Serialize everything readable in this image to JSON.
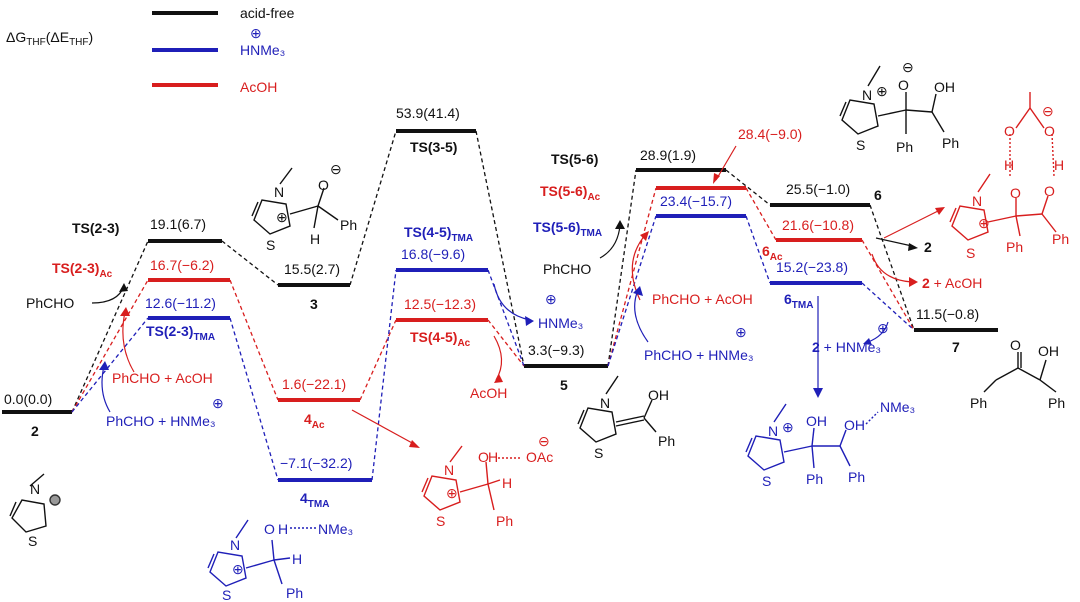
{
  "axis_label": "ΔG",
  "axis_label_sub": "THF",
  "axis_label_paren": "(ΔE",
  "axis_label_paren_sub": "THF",
  "axis_label_close": ")",
  "legend": [
    {
      "label": "acid-free",
      "color": "#111111"
    },
    {
      "label": "HNMe₃",
      "color": "#1f1fb8"
    },
    {
      "label": "AcOH",
      "color": "#d81e1e"
    }
  ],
  "levels": {
    "s2": "0.0(0.0)",
    "ts23_k": "19.1(6.7)",
    "ts23_r": "16.7(−6.2)",
    "ts23_b": "12.6(−11.2)",
    "s3": "15.5(2.7)",
    "s4ac": "1.6(−22.1)",
    "s4tma": "−7.1(−32.2)",
    "ts35": "53.9(41.4)",
    "ts45tma": "16.8(−9.6)",
    "ts45ac": "12.5(−12.3)",
    "s5": "3.3(−9.3)",
    "ts56_k": "28.9(1.9)",
    "ts56_r": "28.4(−9.0)",
    "ts56_b": "23.4(−15.7)",
    "s6": "25.5(−1.0)",
    "s6ac": "21.6(−10.8)",
    "s6tma": "15.2(−23.8)",
    "s7": "11.5(−0.8)"
  },
  "labels": {
    "ts23": "TS(2-3)",
    "ts23ac": "TS(2-3)",
    "ts23ac_sub": "Ac",
    "ts23tma": "TS(2-3)",
    "ts23tma_sub": "TMA",
    "n2": "2",
    "n3": "3",
    "n4ac": "4",
    "n4ac_sub": "Ac",
    "n4tma": "4",
    "n4tma_sub": "TMA",
    "ts35": "TS(3-5)",
    "ts45tma": "TS(4-5)",
    "ts45tma_sub": "TMA",
    "ts45ac": "TS(4-5)",
    "ts45ac_sub": "Ac",
    "n5": "5",
    "ts56": "TS(5-6)",
    "ts56ac": "TS(5-6)",
    "ts56ac_sub": "Ac",
    "ts56tma": "TS(5-6)",
    "ts56tma_sub": "TMA",
    "n6": "6",
    "n6ac": "6",
    "n6ac_sub": "Ac",
    "n6tma": "6",
    "n6tma_sub": "TMA",
    "n7": "7",
    "n2b": "2",
    "n2c": "2"
  },
  "reagents": {
    "phcho1": "PhCHO",
    "phcho2": "PhCHO",
    "phcho_acoh1": "PhCHO + AcOH",
    "phcho_hnme1": "PhCHO + HNMe₃",
    "hnme_release": "HNMe₃",
    "acoh_release": "AcOH",
    "phcho_acoh2": "PhCHO + AcOH",
    "phcho_hnme2": "PhCHO + HNMe₃",
    "two_plus_acoh": " + AcOH",
    "two_plus_hnme": " + HNMe₃"
  },
  "structure_text": {
    "N": "N",
    "S": "S",
    "O": "O",
    "OH": "OH",
    "H": "H",
    "Ph": "Ph",
    "NMe3": "NMe₃",
    "OAc": "OAc",
    "plus": "⊕",
    "minus": "⊖"
  }
}
